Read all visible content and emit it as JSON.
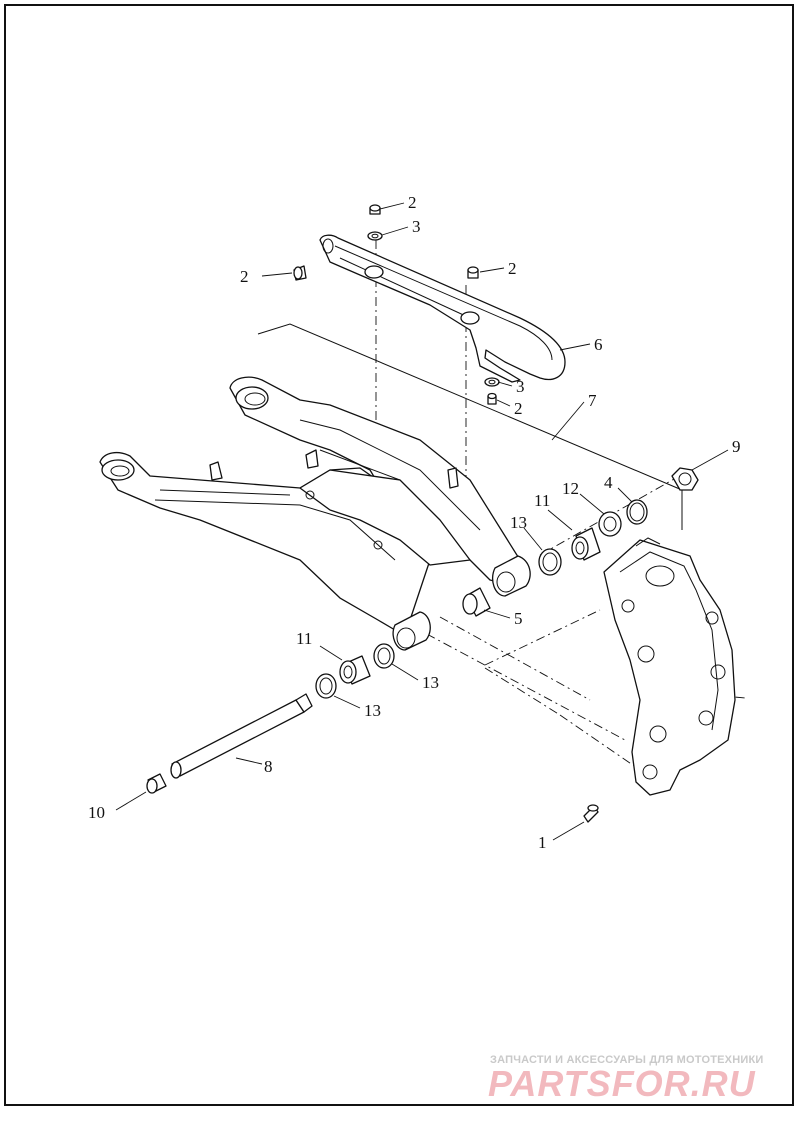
{
  "callouts": {
    "c1": "1",
    "c2a": "2",
    "c2b": "2",
    "c2c": "2",
    "c2d": "2",
    "c3a": "3",
    "c3b": "3",
    "c4": "4",
    "c5": "5",
    "c6": "6",
    "c7": "7",
    "c8": "8",
    "c9": "9",
    "c10": "10",
    "c11a": "11",
    "c11b": "11",
    "c12": "12",
    "c13a": "13",
    "c13b": "13",
    "c13c": "13"
  },
  "watermark": {
    "tagline": "ЗАПЧАСТИ И АКСЕССУАРЫ ДЛЯ МОТОТЕХНИКИ",
    "logo": "PARTSFOR.RU"
  },
  "colors": {
    "line": "#111111",
    "watermark_logo": "#f2b9be",
    "watermark_tagline": "#c9c9c9"
  }
}
